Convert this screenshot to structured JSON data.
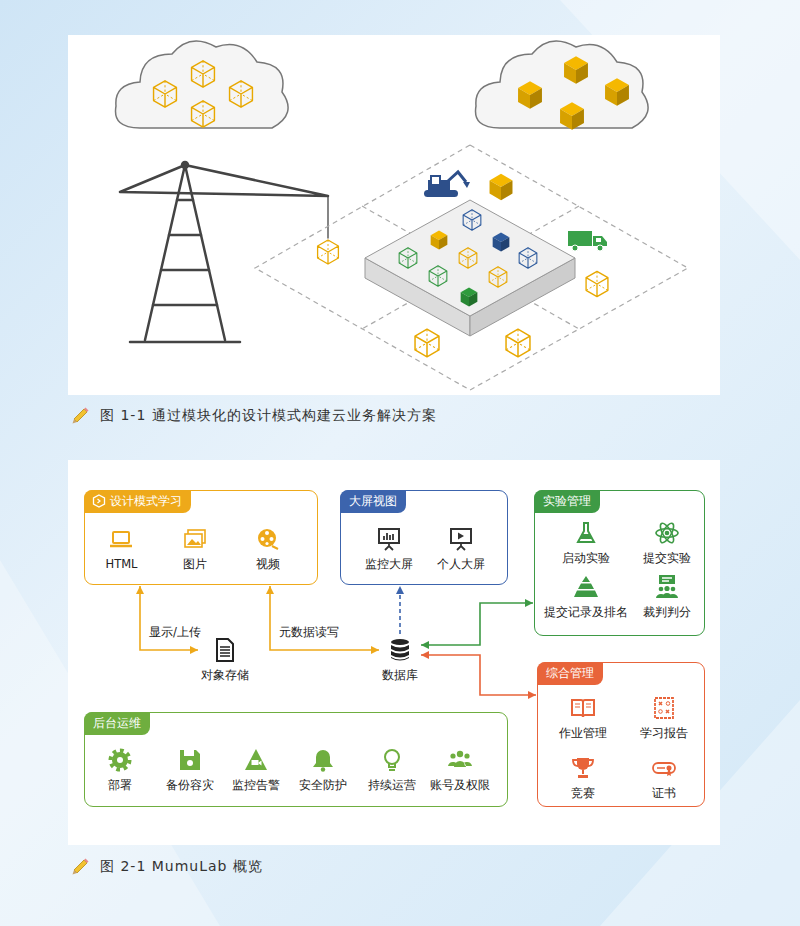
{
  "diagram": {
    "caption": "图 2-1  MumuLab 概览",
    "nodes": [
      {
        "text": [
          "设计模式学习"
        ]
      },
      {
        "text": [
          "HTML"
        ],
        "in": 0
      },
      {
        "text": [
          "图片"
        ],
        "in": 0
      },
      {
        "text": [
          "视频"
        ],
        "in": 0
      },
      {
        "text": [
          "大屏视图"
        ]
      },
      {
        "text": [
          "监控大屏"
        ],
        "in": 4
      },
      {
        "text": [
          "个人大屏"
        ],
        "in": 4
      },
      {
        "text": [
          "实验管理"
        ]
      },
      {
        "text": [
          "启动实验"
        ],
        "in": 7
      },
      {
        "text": [
          "提交实验"
        ],
        "in": 7
      },
      {
        "text": [
          "提交记录及排名"
        ],
        "in": 7
      },
      {
        "text": [
          "裁判判分"
        ],
        "in": 7
      },
      {
        "text": [
          "对象存储"
        ]
      },
      {
        "text": [
          "数据库"
        ]
      },
      {
        "text": [
          "综合管理"
        ]
      },
      {
        "text": [
          "作业管理"
        ],
        "in": 14
      },
      {
        "text": [
          "学习报告"
        ],
        "in": 14
      },
      {
        "text": [
          "竞赛"
        ],
        "in": 14
      },
      {
        "text": [
          "证书"
        ],
        "in": 14
      },
      {
        "text": [
          "后台运维"
        ]
      },
      {
        "text": [
          "部署"
        ],
        "in": 19
      },
      {
        "text": [
          "备份容灾"
        ],
        "in": 19
      },
      {
        "text": [
          "监控告警"
        ],
        "in": 19
      },
      {
        "text": [
          "安全防护"
        ],
        "in": 19
      },
      {
        "text": [
          "持续运营"
        ],
        "in": 19
      },
      {
        "text": [
          "账号及权限"
        ],
        "in": 19
      }
    ],
    "edges": [
      {
        "from": 12,
        "to": 0,
        "arrow": "both",
        "label": "显示/上传"
      },
      {
        "from": 13,
        "to": 0,
        "arrow": "both",
        "label": "元数据读写"
      },
      {
        "from": 13,
        "to": 4,
        "arrow": "to"
      },
      {
        "from": 13,
        "to": 7,
        "arrow": "both"
      },
      {
        "from": 13,
        "to": 14,
        "arrow": "both"
      }
    ],
    "labels": [
      "图 1-1  通过模块化的设计模式构建云业务解决方案"
    ]
  }
}
